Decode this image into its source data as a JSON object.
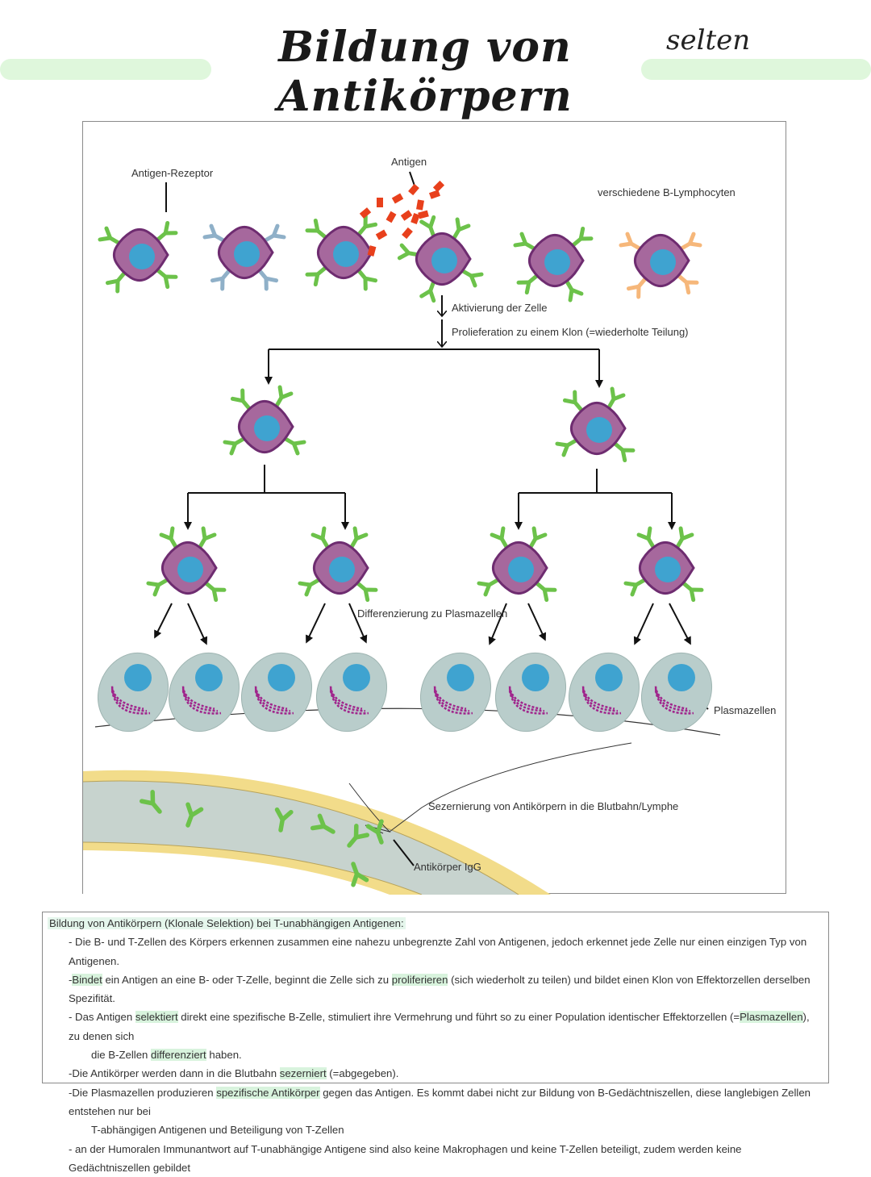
{
  "title": "Bildung von Antikörpern",
  "note": "selten",
  "diagram": {
    "labels": {
      "antigen_receptor": "Antigen-Rezeptor",
      "antigen": "Antigen",
      "b_lymphocytes": "verschiedene B-Lymphocyten",
      "activation": "Aktivierung der Zelle",
      "proliferation": "Prolieferation zu einem Klon (=wiederholte Teilung)",
      "differentiation": "Differenzierung zu Plasmazellen",
      "plasma_cells": "Plasmazellen",
      "secretion": "Sezernierung von Antikörpern in die Blutbahn/Lymphe",
      "antibody": "Antikörper IgG"
    },
    "colors": {
      "cell_body": "#a6689d",
      "cell_outline": "#6e2c70",
      "nucleus": "#3fa3d0",
      "receptor_green": "#6cc24a",
      "receptor_blue": "#8fb0c8",
      "receptor_orange": "#f6b77a",
      "antigen_red": "#e8401c",
      "plasma_cell": "#b9cdcb",
      "er_magenta": "#a0248c",
      "vessel_wall": "#f2dc8a",
      "vessel_inner": "#c7d3ce"
    }
  },
  "textbox": {
    "heading": "Bildung von Antikörpern (Klonale Selektion) bei T-unabhängigen Antigenen:",
    "items": [
      {
        "segments": [
          "- Die B- und T-Zellen des Körpers erkennen zusammen eine nahezu unbegrenzte Zahl von Antigenen, jedoch erkennet jede Zelle nur einen einzigen Typ von Antigenen."
        ]
      },
      {
        "segments": [
          "-",
          "Bindet",
          " ein Antigen an eine B- oder T-Zelle, beginnt die Zelle sich zu ",
          "proliferieren",
          " (sich wiederholt zu teilen) und bildet einen Klon von Effektorzellen derselben Spezifität."
        ]
      },
      {
        "segments": [
          "- Das Antigen ",
          "selektiert",
          " direkt eine spezifische B-Zelle, stimuliert ihre Vermehrung und führt so zu einer Population identischer Effektorzellen (=",
          "Plasmazellen",
          "), zu denen sich"
        ],
        "cont": [
          "die B-Zellen ",
          "differenziert",
          " haben."
        ]
      },
      {
        "segments": [
          "-Die Antikörper werden dann in die Blutbahn ",
          "sezerniert",
          " (=abgegeben)."
        ]
      },
      {
        "segments": [
          "-Die Plasmazellen produzieren ",
          "spezifische Antikörper",
          " gegen das Antigen. Es kommt dabei nicht zur Bildung von B-Gedächtniszellen, diese langlebigen Zellen entstehen nur bei"
        ],
        "cont": [
          "T-abhängigen Antigenen und Beteiligung von T-Zellen"
        ]
      },
      {
        "segments": [
          "- an der Humoralen Immunantwort auf T-unabhängige Antigene sind also keine Makrophagen und keine T-Zellen beteiligt, zudem werden keine Gedächtniszellen gebildet"
        ]
      }
    ]
  }
}
